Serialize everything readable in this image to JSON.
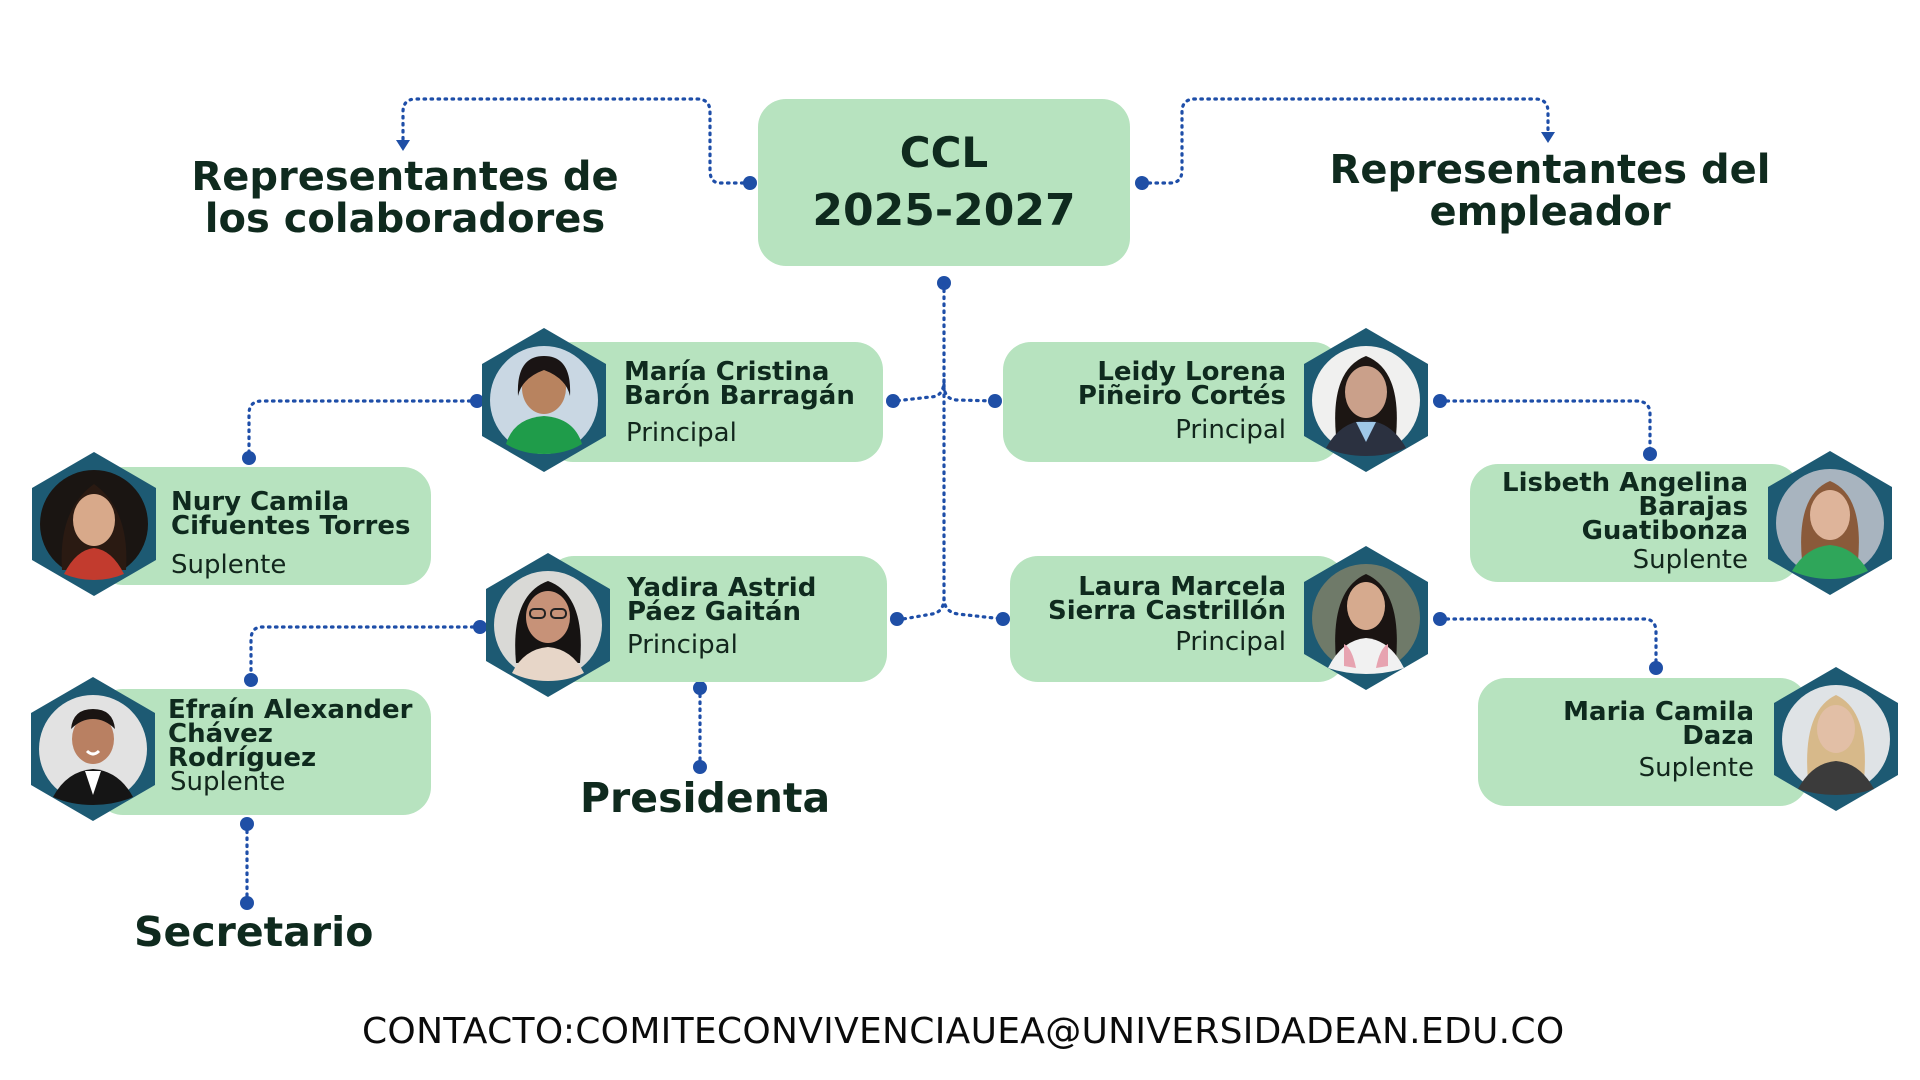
{
  "hub": {
    "line1": "CCL",
    "line2": "2025-2027"
  },
  "headings": {
    "left": [
      "Representantes de",
      "los colaboradores"
    ],
    "right": [
      "Representantes del",
      "empleador"
    ]
  },
  "people": {
    "maria_cristina": {
      "name": [
        "María Cristina",
        "Barón Barragán"
      ],
      "role": "Principal"
    },
    "nury_camila": {
      "name": [
        "Nury Camila",
        "Cifuentes Torres"
      ],
      "role": "Suplente"
    },
    "yadira_astrid": {
      "name": [
        "Yadira Astrid",
        "Páez Gaitán"
      ],
      "role": "Principal"
    },
    "efrain_alexander": {
      "name": [
        "Efraín Alexander",
        "Chávez",
        "Rodríguez"
      ],
      "role": "Suplente"
    },
    "leidy_lorena": {
      "name": [
        "Leidy Lorena",
        "Piñeiro Cortés"
      ],
      "role": "Principal"
    },
    "lisbeth_angelina": {
      "name": [
        "Lisbeth Angelina",
        "Barajas",
        "Guatibonza"
      ],
      "role": "Suplente"
    },
    "laura_marcela": {
      "name": [
        "Laura Marcela",
        "Sierra Castrillón"
      ],
      "role": "Principal"
    },
    "maria_camila": {
      "name": [
        "Maria Camila",
        "Daza"
      ],
      "role": "Suplente"
    }
  },
  "titles": {
    "presidenta": "Presidenta",
    "secretario": "Secretario"
  },
  "footer": "CONTACTO:COMITECONVIVENCIAUEA@UNIVERSIDADEAN.EDU.CO",
  "colors": {
    "card": "#b7e3bf",
    "hex_border": "#1d5a73",
    "connector": "#1f4fa6",
    "text": "#0f2a1e"
  }
}
